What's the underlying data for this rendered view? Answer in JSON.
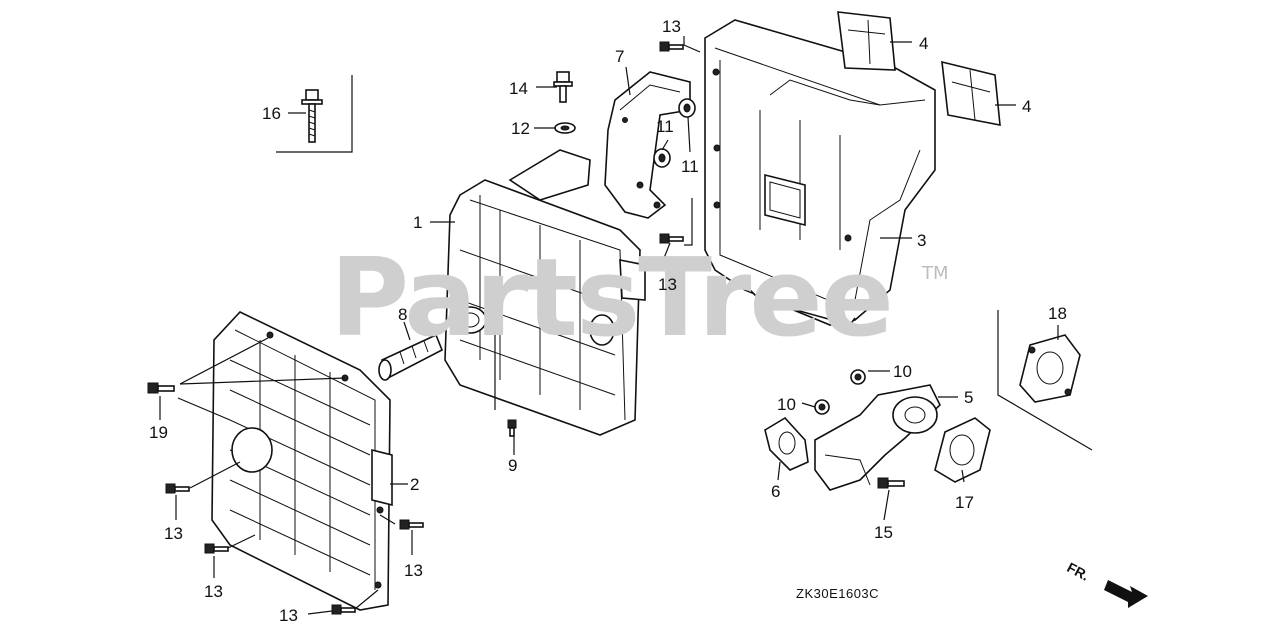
{
  "watermark": {
    "text": "PartsTree",
    "tm": "TM"
  },
  "diagram_code": "ZK30E1603C",
  "direction_label": "FR.",
  "callouts": [
    {
      "id": "c1",
      "label": "1"
    },
    {
      "id": "c2",
      "label": "2"
    },
    {
      "id": "c3",
      "label": "3"
    },
    {
      "id": "c4a",
      "label": "4"
    },
    {
      "id": "c4b",
      "label": "4"
    },
    {
      "id": "c5",
      "label": "5"
    },
    {
      "id": "c6",
      "label": "6"
    },
    {
      "id": "c7",
      "label": "7"
    },
    {
      "id": "c8",
      "label": "8"
    },
    {
      "id": "c9",
      "label": "9"
    },
    {
      "id": "c10a",
      "label": "10"
    },
    {
      "id": "c10b",
      "label": "10"
    },
    {
      "id": "c11a",
      "label": "11"
    },
    {
      "id": "c11b",
      "label": "11"
    },
    {
      "id": "c12",
      "label": "12"
    },
    {
      "id": "c13a",
      "label": "13"
    },
    {
      "id": "c13b",
      "label": "13"
    },
    {
      "id": "c13c",
      "label": "13"
    },
    {
      "id": "c13d",
      "label": "13"
    },
    {
      "id": "c13e",
      "label": "13"
    },
    {
      "id": "c13f",
      "label": "13"
    },
    {
      "id": "c14",
      "label": "14"
    },
    {
      "id": "c15",
      "label": "15"
    },
    {
      "id": "c16",
      "label": "16"
    },
    {
      "id": "c17",
      "label": "17"
    },
    {
      "id": "c18",
      "label": "18"
    },
    {
      "id": "c19",
      "label": "19"
    }
  ]
}
